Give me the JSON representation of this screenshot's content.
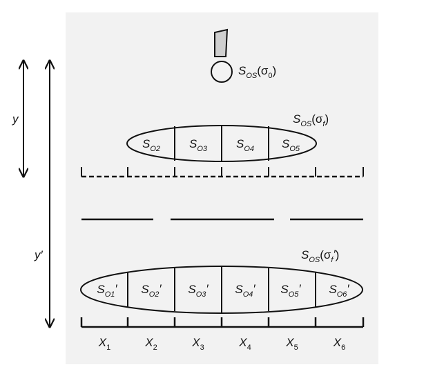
{
  "source": {
    "symbol": "S",
    "sub": "OS",
    "arg_open": "(σ",
    "arg_sub": "0",
    "arg_close": ")"
  },
  "upper_ellipse": {
    "label_symbol": "S",
    "label_sub": "OS",
    "label_arg_open": "(σ",
    "label_arg_sub": "f",
    "label_arg_close": ")",
    "cells": [
      {
        "symbol": "S",
        "sub": "O2"
      },
      {
        "symbol": "S",
        "sub": "O3"
      },
      {
        "symbol": "S",
        "sub": "O4"
      },
      {
        "symbol": "S",
        "sub": "O5"
      }
    ]
  },
  "lower_ellipse": {
    "label_symbol": "S",
    "label_sub": "OS",
    "label_arg_open": "(σ",
    "label_arg_sub": "f",
    "label_arg_prime": "′",
    "label_arg_close": ")",
    "cells": [
      {
        "symbol": "S",
        "sub": "O1",
        "prime": "′"
      },
      {
        "symbol": "S",
        "sub": "O2",
        "prime": "′"
      },
      {
        "symbol": "S",
        "sub": "O3",
        "prime": "′"
      },
      {
        "symbol": "S",
        "sub": "O4",
        "prime": "′"
      },
      {
        "symbol": "S",
        "sub": "O5",
        "prime": "′"
      },
      {
        "symbol": "S",
        "sub": "O6",
        "prime": "′"
      }
    ]
  },
  "arrows": {
    "y_label": "y",
    "y_prime_label": "y′"
  },
  "x_labels": [
    {
      "symbol": "X",
      "sub": "1"
    },
    {
      "symbol": "X",
      "sub": "2"
    },
    {
      "symbol": "X",
      "sub": "3"
    },
    {
      "symbol": "X",
      "sub": "4"
    },
    {
      "symbol": "X",
      "sub": "5"
    },
    {
      "symbol": "X",
      "sub": "6"
    }
  ]
}
